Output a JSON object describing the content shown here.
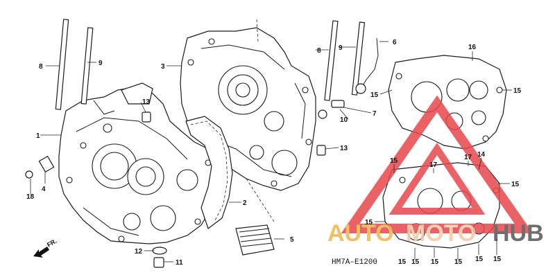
{
  "diagram": {
    "code": "HM7A–E1200",
    "front_label": "FR.",
    "callouts": [
      "1",
      "2",
      "3",
      "4",
      "5",
      "6",
      "7",
      "8",
      "9",
      "10",
      "11",
      "12",
      "13",
      "14",
      "15",
      "16",
      "17",
      "18"
    ]
  },
  "watermark": {
    "word_auto": "AUTO",
    "word_moto": "MOTO",
    "word_hub": "HUB",
    "colors": {
      "triangle": "#e8474c",
      "auto": "#f0b44a",
      "moto": "#f4c9a8",
      "hub": "#555555"
    }
  }
}
